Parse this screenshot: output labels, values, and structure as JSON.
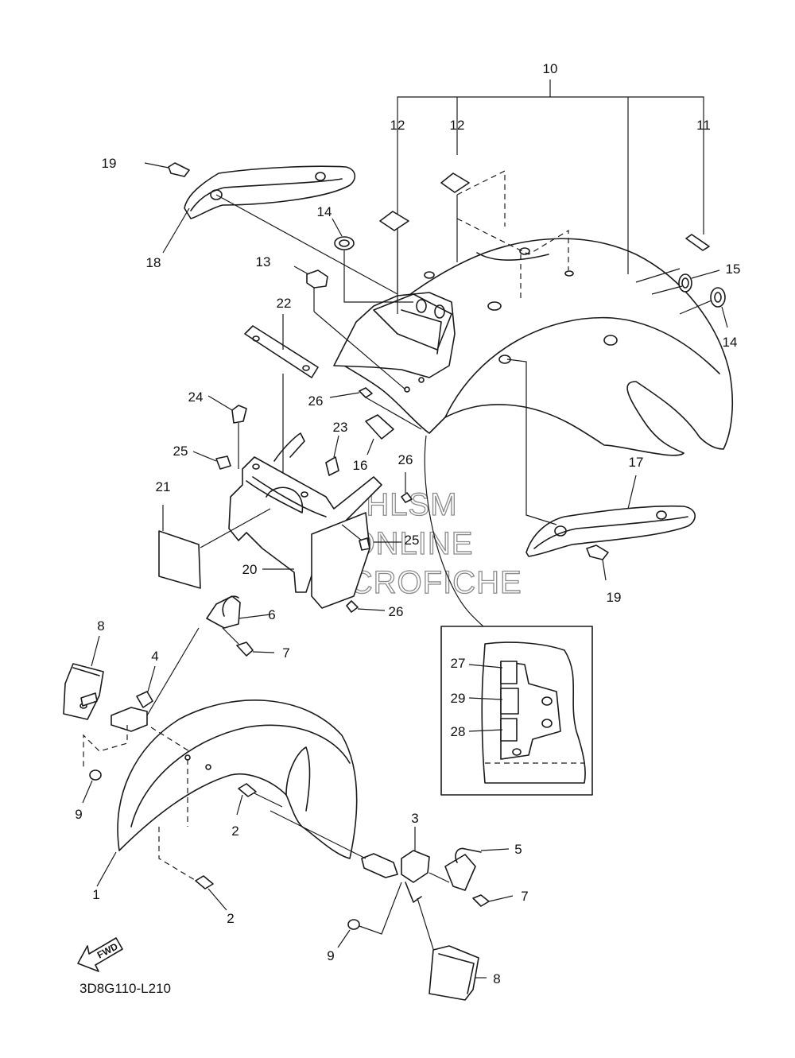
{
  "diagram": {
    "code": "3D8G110-L210",
    "fwd_label": "FWD",
    "watermark": [
      "HLSM",
      "ONLINE",
      "MICROFICHE"
    ],
    "callouts": [
      {
        "id": "c10",
        "text": "10"
      },
      {
        "id": "c12a",
        "text": "12"
      },
      {
        "id": "c12b",
        "text": "12"
      },
      {
        "id": "c11",
        "text": "11"
      },
      {
        "id": "c19a",
        "text": "19"
      },
      {
        "id": "c18",
        "text": "18"
      },
      {
        "id": "c14a",
        "text": "14"
      },
      {
        "id": "c13",
        "text": "13"
      },
      {
        "id": "c15",
        "text": "15"
      },
      {
        "id": "c14b",
        "text": "14"
      },
      {
        "id": "c22",
        "text": "22"
      },
      {
        "id": "c26a",
        "text": "26"
      },
      {
        "id": "c24",
        "text": "24"
      },
      {
        "id": "c23",
        "text": "23"
      },
      {
        "id": "c25a",
        "text": "25"
      },
      {
        "id": "c16",
        "text": "16"
      },
      {
        "id": "c26b",
        "text": "26"
      },
      {
        "id": "c17",
        "text": "17"
      },
      {
        "id": "c21",
        "text": "21"
      },
      {
        "id": "c25b",
        "text": "25"
      },
      {
        "id": "c20",
        "text": "20"
      },
      {
        "id": "c26c",
        "text": "26"
      },
      {
        "id": "c19b",
        "text": "19"
      },
      {
        "id": "c6",
        "text": "6"
      },
      {
        "id": "c7a",
        "text": "7"
      },
      {
        "id": "c8a",
        "text": "8"
      },
      {
        "id": "c4",
        "text": "4"
      },
      {
        "id": "c27",
        "text": "27"
      },
      {
        "id": "c29",
        "text": "29"
      },
      {
        "id": "c28",
        "text": "28"
      },
      {
        "id": "c9a",
        "text": "9"
      },
      {
        "id": "c2a",
        "text": "2"
      },
      {
        "id": "c3",
        "text": "3"
      },
      {
        "id": "c5",
        "text": "5"
      },
      {
        "id": "c1",
        "text": "1"
      },
      {
        "id": "c7b",
        "text": "7"
      },
      {
        "id": "c2b",
        "text": "2"
      },
      {
        "id": "c9b",
        "text": "9"
      },
      {
        "id": "c8b",
        "text": "8"
      }
    ]
  }
}
